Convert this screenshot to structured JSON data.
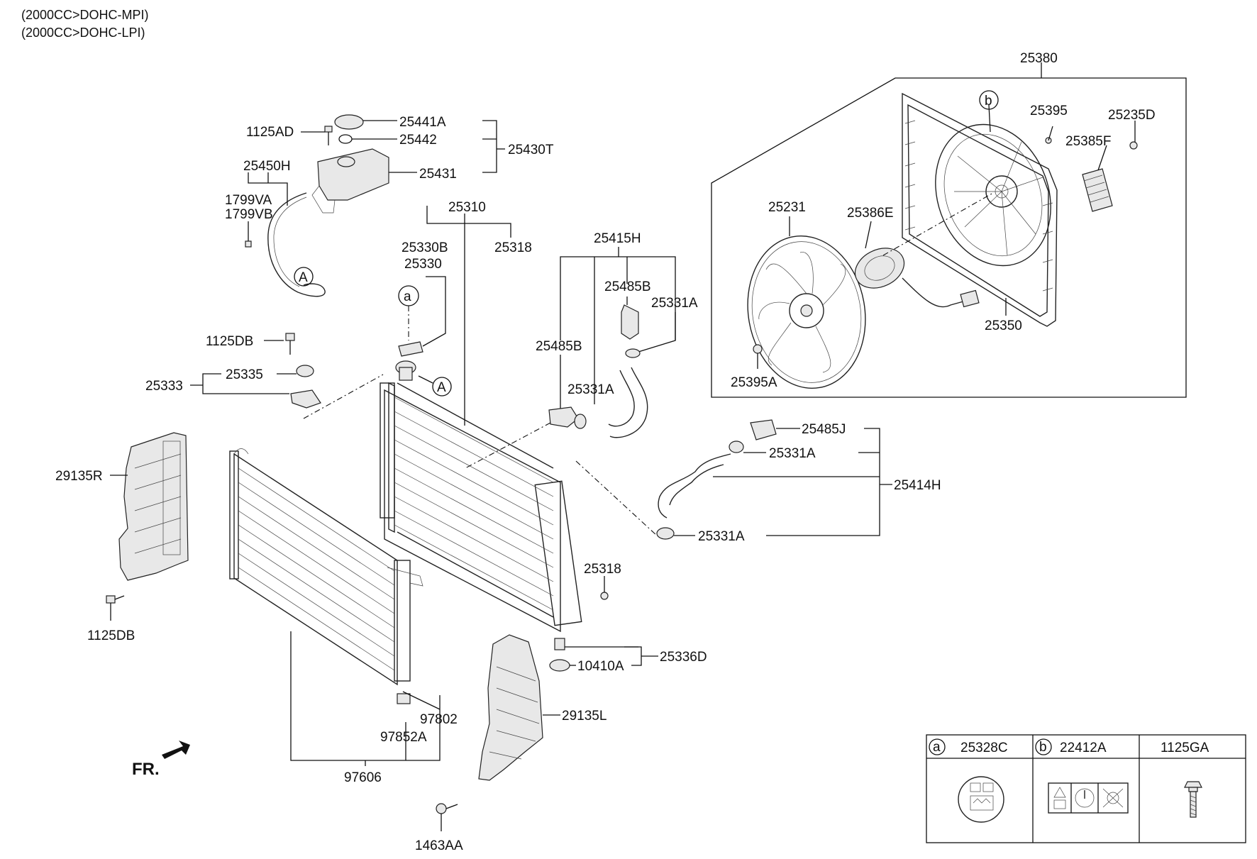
{
  "header": {
    "line1": "(2000CC>DOHC-MPI)",
    "line2": "(2000CC>DOHC-LPI)"
  },
  "labels": {
    "p25380": "25380",
    "p25395": "25395",
    "p25235D": "25235D",
    "p25385F": "25385F",
    "p25231": "25231",
    "p25386E": "25386E",
    "p25350": "25350",
    "p25395A": "25395A",
    "p25441A": "25441A",
    "p1125AD": "1125AD",
    "p25442": "25442",
    "p25430T": "25430T",
    "p25450H": "25450H",
    "p25431": "25431",
    "p1799VA": "1799VA",
    "p1799VB": "1799VB",
    "p25310": "25310",
    "p25330B": "25330B",
    "p25318a": "25318",
    "p25330": "25330",
    "p25415H": "25415H",
    "p25485Ba": "25485B",
    "p25331Aa": "25331A",
    "p25485Bb": "25485B",
    "p25331Ab": "25331A",
    "p1125DBa": "1125DB",
    "p25333": "25333",
    "p25335": "25335",
    "p25485J": "25485J",
    "p25331Ac": "25331A",
    "p25414H": "25414H",
    "p25331Ad": "25331A",
    "p29135R": "29135R",
    "p1125DBb": "1125DB",
    "p25318b": "25318",
    "p25336D": "25336D",
    "p10410A": "10410A",
    "p29135L": "29135L",
    "p97802": "97802",
    "p97852A": "97852A",
    "p97606": "97606",
    "p1463AA": "1463AA",
    "fr": "FR.",
    "callout_a": "a",
    "callout_b": "b",
    "callout_A": "A"
  },
  "legend": {
    "col1_key": "a",
    "col1_part": "25328C",
    "col2_key": "b",
    "col2_part": "22412A",
    "col3_part": "1125GA"
  }
}
